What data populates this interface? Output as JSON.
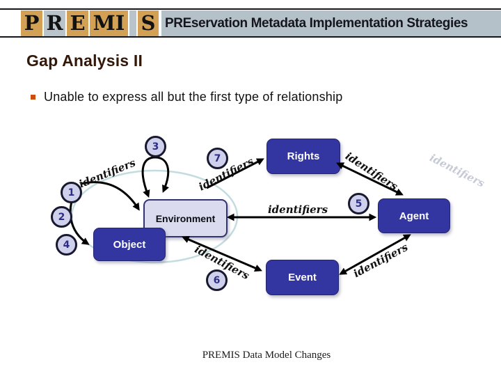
{
  "header": {
    "logo": {
      "blocks": [
        {
          "letter": "P",
          "variant": "tan"
        },
        {
          "letter": "R",
          "variant": "gray"
        },
        {
          "letter": "E",
          "variant": "tan"
        },
        {
          "letter": "MI",
          "variant": "tan"
        },
        {
          "letter": "",
          "variant": "gray"
        },
        {
          "letter": "S",
          "variant": "tan"
        }
      ]
    },
    "tagline": "PREservation Metadata Implementation Strategies"
  },
  "title": "Gap Analysis II",
  "bullet_text": "Unable to express all but the first type of relationship",
  "caption": "PREMIS Data Model Changes",
  "diagram": {
    "edge_label": "identifiers",
    "entities": {
      "environment": "Environment",
      "object": "Object",
      "rights": "Rights",
      "agent": "Agent",
      "event": "Event"
    },
    "markers": {
      "m1": "1",
      "m2": "2",
      "m3": "3",
      "m4": "4",
      "m5": "5",
      "m6": "6",
      "m7": "7"
    },
    "colors": {
      "entity_dark": "#3336a0",
      "entity_light": "#dadbef",
      "marker_fill": "#cfd0ec",
      "ellipse_stroke": "#c2dcdf",
      "arrow": "#000000",
      "band_gray": "#b5c1c8",
      "block_tan": "#d2a155",
      "title_color": "#33180a",
      "bullet_color": "#cc4e0c"
    }
  }
}
